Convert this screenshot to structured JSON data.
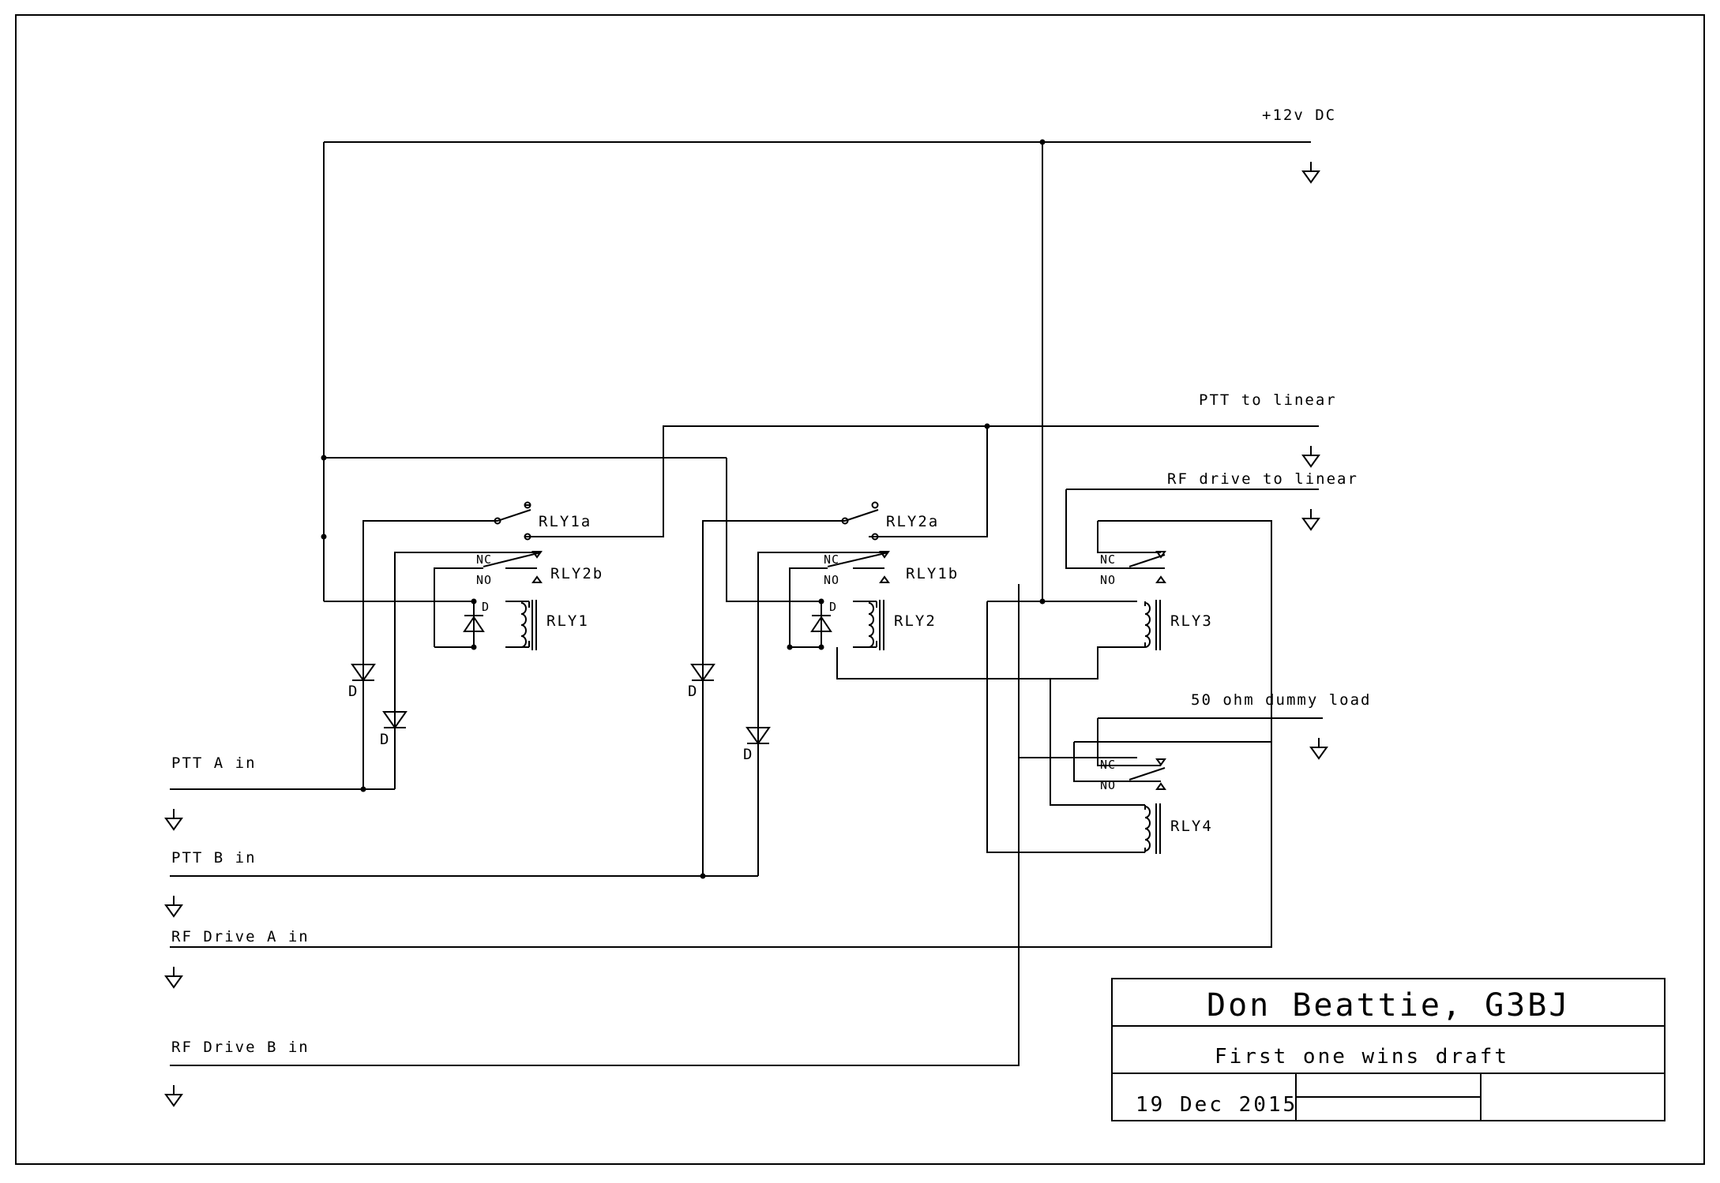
{
  "labels": {
    "supply": "+12v DC",
    "ptt_out": "PTT to linear",
    "rf_out": "RF drive to linear",
    "dummy": "50 ohm dummy load",
    "ptt_a": "PTT A in",
    "ptt_b": "PTT B in",
    "rf_a": "RF Drive A in",
    "rf_b": "RF Drive B in"
  },
  "components": {
    "rly1a": "RLY1a",
    "rly2b": "RLY2b",
    "rly1": "RLY1",
    "rly2a": "RLY2a",
    "rly1b": "RLY1b",
    "rly2": "RLY2",
    "rly3": "RLY3",
    "rly4": "RLY4",
    "nc": "NC",
    "no": "NO",
    "diode": "D"
  },
  "title_block": {
    "author": "Don Beattie, G3BJ",
    "title": "First one wins draft",
    "date": "19 Dec 2015"
  }
}
